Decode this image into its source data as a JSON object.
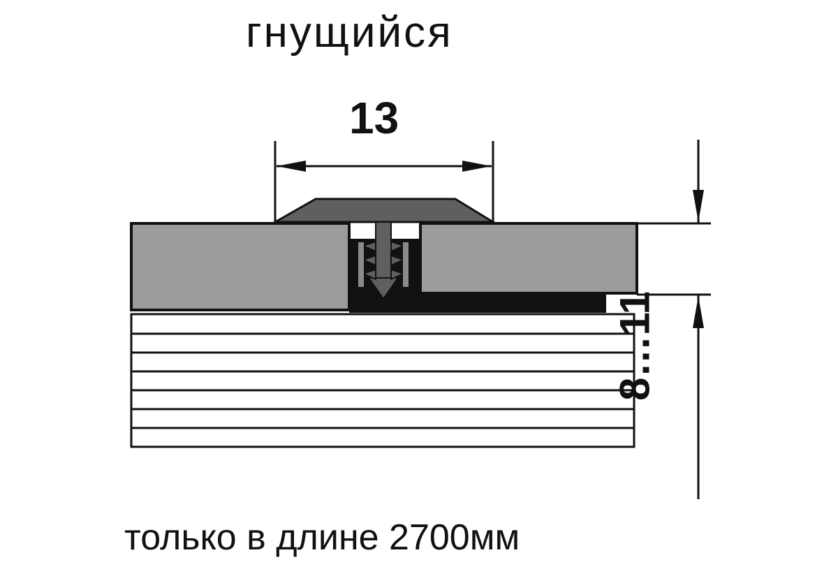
{
  "title": "гнущийся",
  "dimensions": {
    "width_label": "13",
    "height_label": "8…11"
  },
  "note": "только в длине 2700мм",
  "colors": {
    "board_fill": "#9c9c9c",
    "profile_fill": "#5f5f5f",
    "line": "#111111",
    "background": "#ffffff"
  }
}
